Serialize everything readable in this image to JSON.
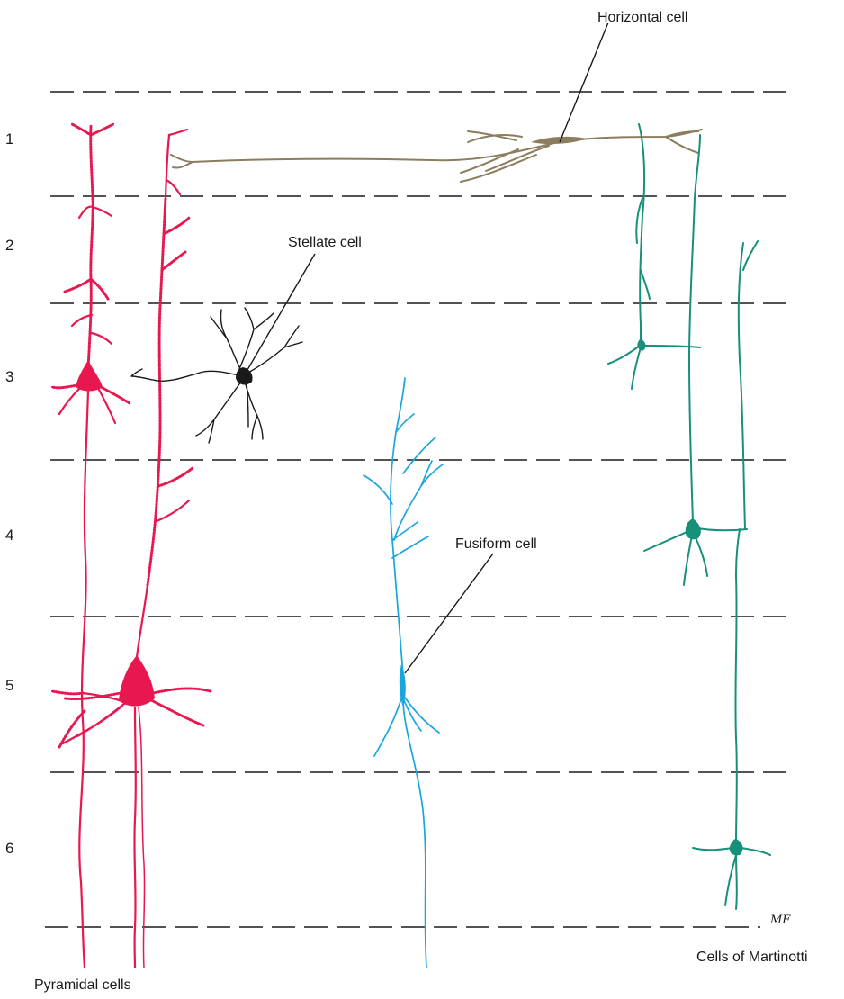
{
  "diagram": {
    "layers": [
      "1",
      "2",
      "3",
      "4",
      "5",
      "6"
    ],
    "labels": {
      "horizontal_cell": "Horizontal cell",
      "stellate_cell": "Stellate cell",
      "fusiform_cell": "Fusiform cell",
      "pyramidal_cells": "Pyramidal cells",
      "cells_of_martinotti": "Cells of Martinotti"
    },
    "signature": "MF",
    "colors": {
      "pyramidal": "#e8174f",
      "stellate": "#1a1a1a",
      "horizontal": "#8b7d5e",
      "fusiform": "#18a6dc",
      "martinotti": "#17907a"
    },
    "icons": {
      "pyramidal": "pyramidal-neuron-icon",
      "stellate": "stellate-neuron-icon",
      "horizontal": "horizontal-neuron-icon",
      "fusiform": "fusiform-neuron-icon",
      "martinotti": "martinotti-neuron-icon"
    }
  }
}
